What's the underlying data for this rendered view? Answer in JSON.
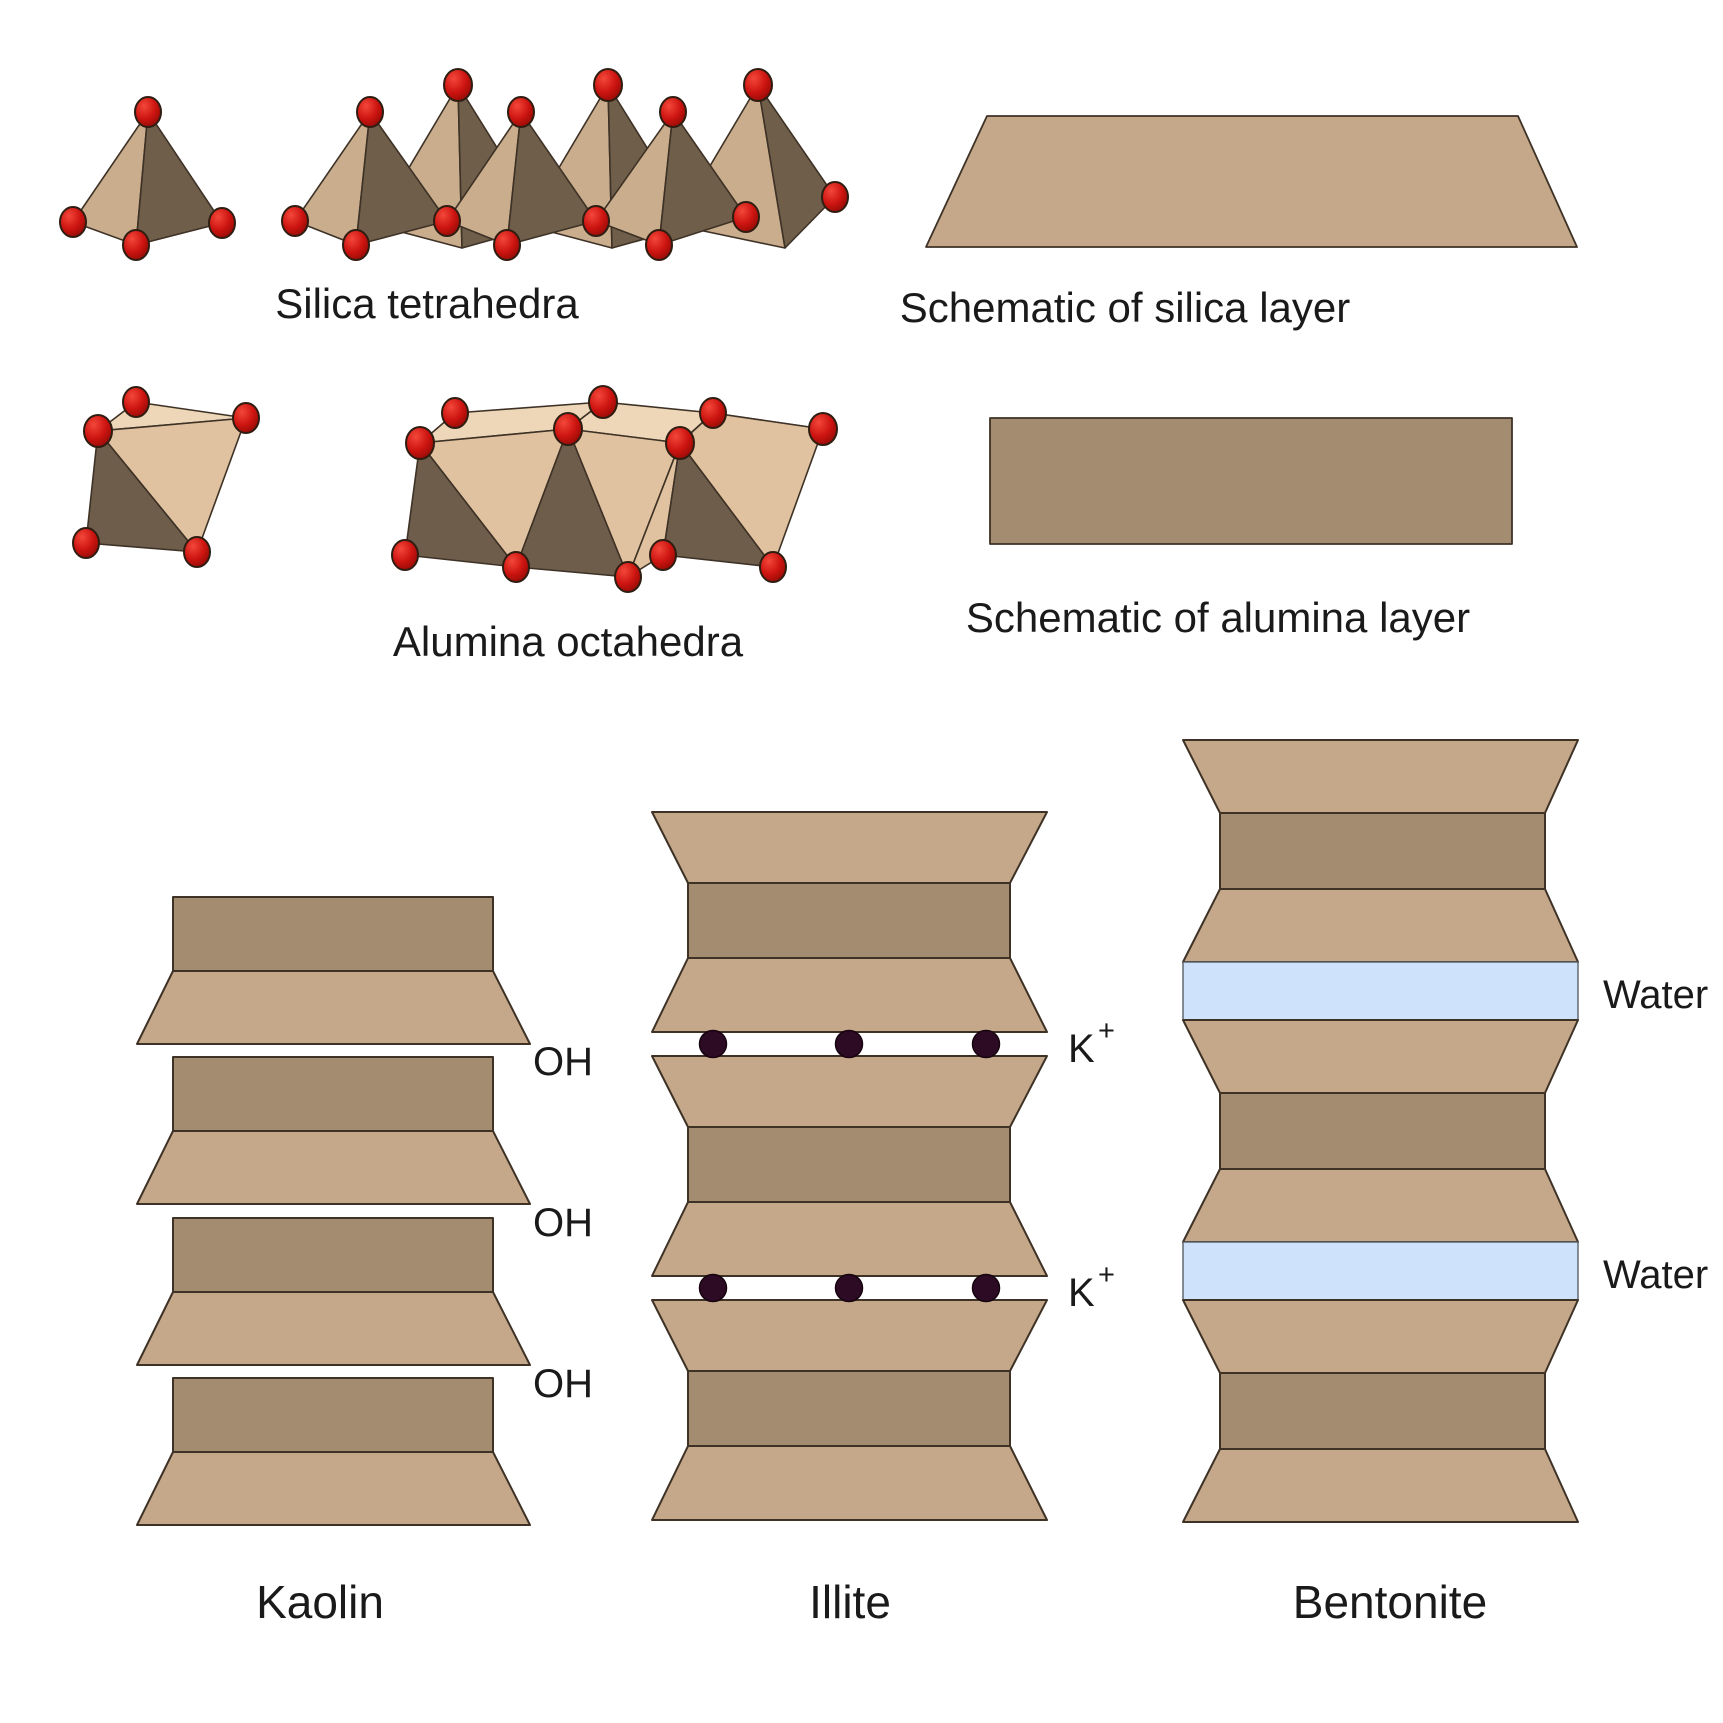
{
  "title": "Clay mineral structure diagram",
  "legend": {
    "silica_tetrahedra_label": "Silica tetrahedra",
    "silica_layer_label": "Schematic of silica layer",
    "alumina_octahedra_label": "Alumina octahedra",
    "alumina_layer_label": "Schematic of alumina layer"
  },
  "stacks": {
    "kaolin": {
      "name": "Kaolin",
      "layer_units": 4,
      "hydroxyl_labels": [
        "OH",
        "OH",
        "OH"
      ]
    },
    "illite": {
      "name": "Illite",
      "layer_units": 3,
      "cation_base": "K",
      "cation_sup": "+",
      "cation_rows": 2,
      "cation_dots_per_row": 3
    },
    "bentonite": {
      "name": "Bentonite",
      "layer_units": 3,
      "water_labels": [
        "Water",
        "Water"
      ]
    }
  },
  "palette": {
    "background": "#FFFFFF",
    "tetra_light": "#C9AD8D",
    "tetra_dark": "#6F5E4A",
    "octa_top": "#EED7B8",
    "octa_light": "#E0C2A0",
    "octa_dark": "#6E5D4B",
    "layer_silica": "#C5A889",
    "layer_alumina": "#A48C70",
    "water_fill": "#CEE3FB",
    "atom_red_highlight": "#F4473A",
    "atom_red": "#CC1410",
    "atom_red_deep": "#8E0A05",
    "cation_dark": "#2E0B24",
    "outline": "#3E3226",
    "text": "#1A1A1A"
  }
}
